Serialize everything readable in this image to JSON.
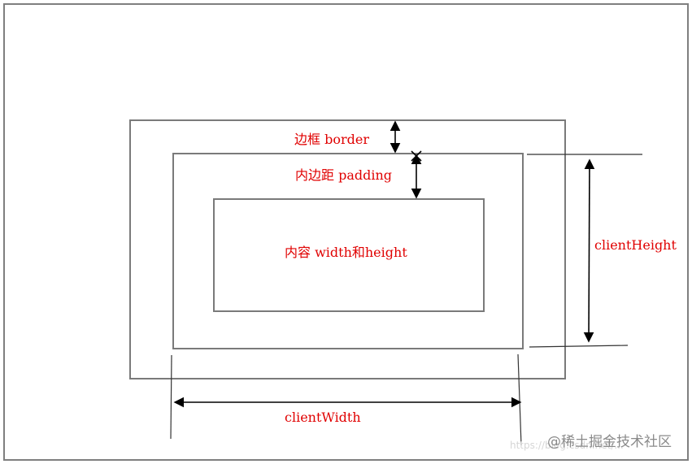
{
  "labels": {
    "border": "边框 border",
    "padding": "内边距 padding",
    "content": "内容 width和height",
    "client_height": "clientHeight",
    "client_width": "clientWidth"
  },
  "watermark": {
    "main": "@稀土掘金技术社区",
    "faint": "https://blog.csdn.net/..."
  },
  "colors": {
    "label": "#e00000",
    "box_stroke": "#7a7a7a",
    "arrow": "#000000"
  }
}
